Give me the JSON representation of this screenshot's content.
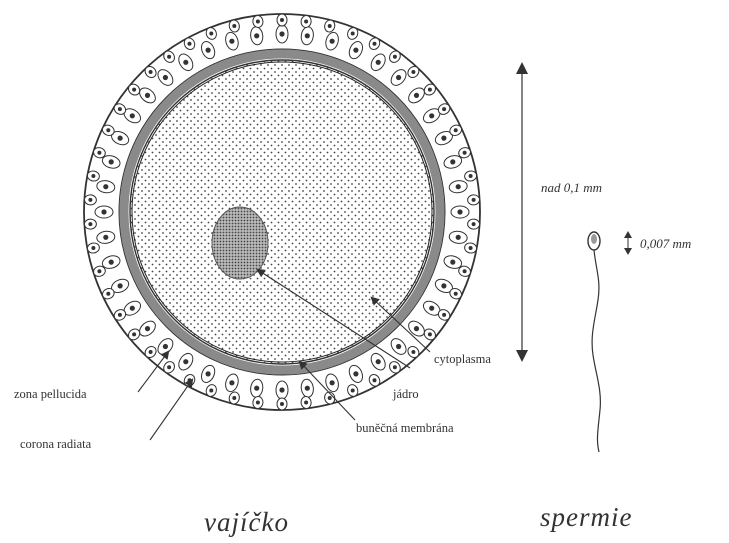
{
  "labels": {
    "zona_pellucida": "zona pellucida",
    "corona_radiata": "corona radiata",
    "cytoplasma": "cytoplasma",
    "jadro": "jádro",
    "bunecna_membrana": "buněčná membrána"
  },
  "measurements": {
    "egg_size": "nad 0,1 mm",
    "sperm_size": "0,007 mm"
  },
  "captions": {
    "egg": "vajíčko",
    "sperm": "spermie"
  },
  "colors": {
    "line": "#333333",
    "zona": "#8a8a8a",
    "nucleus": "#777777",
    "dots": "#444444",
    "background": "#ffffff"
  }
}
